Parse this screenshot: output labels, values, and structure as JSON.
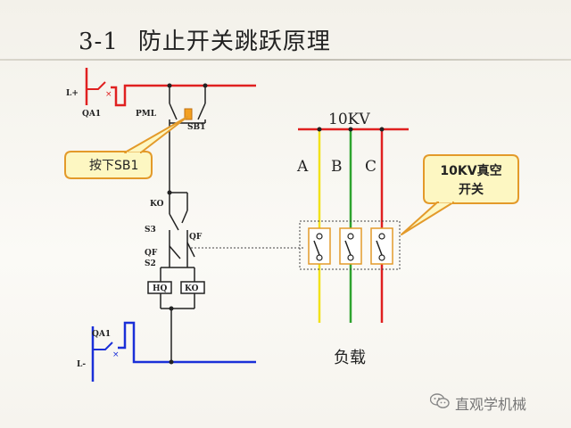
{
  "title": {
    "number": "3-1",
    "text": "防止开关跳跃原理"
  },
  "labels": {
    "l_plus": "L+",
    "l_minus": "L-",
    "qa1_top": "QA1",
    "qa1_bottom": "QA1",
    "pml": "PML",
    "sb1": "SB1",
    "ko_top": "KO",
    "s3": "S3",
    "qf_left": "QF",
    "qf_right": "QF",
    "s2": "S2",
    "hq": "HQ",
    "ko_bottom": "KO"
  },
  "callout_press": "按下SB1",
  "callout_switch": {
    "line1": "10KV真空",
    "line2": "开关"
  },
  "voltage_label": "10KV",
  "phases": [
    "A",
    "B",
    "C"
  ],
  "load_label": "负载",
  "watermark": "直观学机械",
  "colors": {
    "red": "#e02020",
    "blue": "#1a2fd8",
    "phase_a": "#f2e21a",
    "phase_b": "#2ea32e",
    "phase_c": "#e02020",
    "callout_fill": "#fdf7c2",
    "callout_border": "#e39a2a"
  },
  "icons": {
    "watermark": "wechat-icon"
  }
}
